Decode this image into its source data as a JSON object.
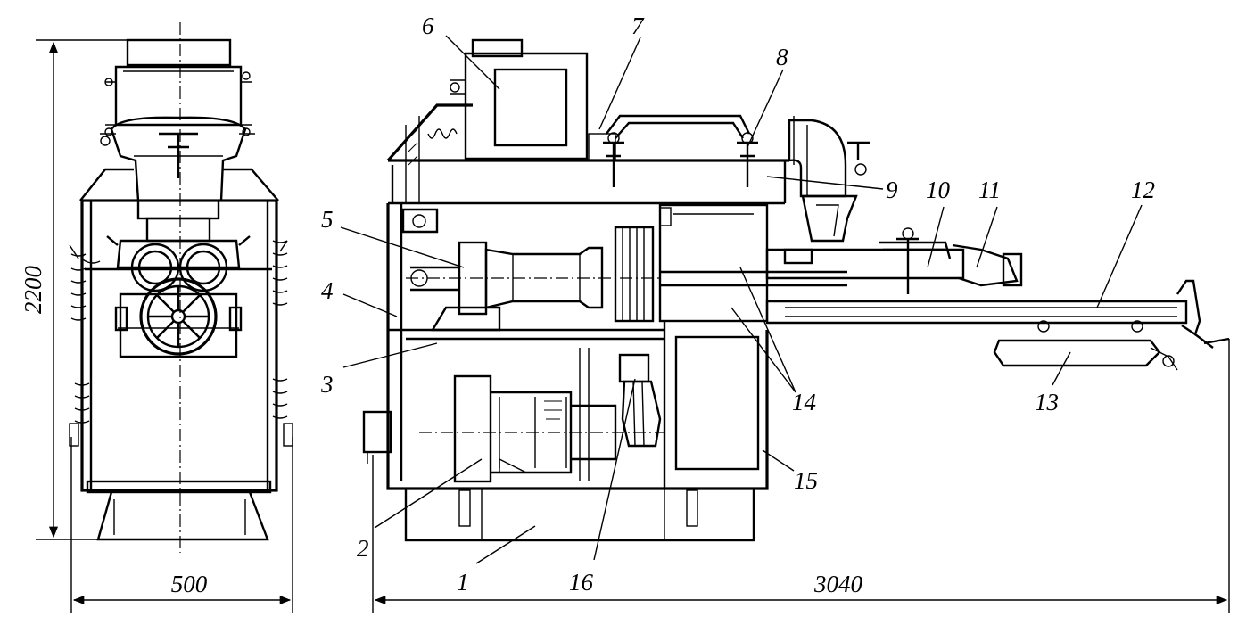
{
  "dimensions": {
    "height": "2200",
    "width": "500",
    "length": "3040"
  },
  "callouts": [
    "1",
    "2",
    "3",
    "4",
    "5",
    "6",
    "7",
    "8",
    "9",
    "10",
    "11",
    "12",
    "13",
    "14",
    "15",
    "16"
  ]
}
